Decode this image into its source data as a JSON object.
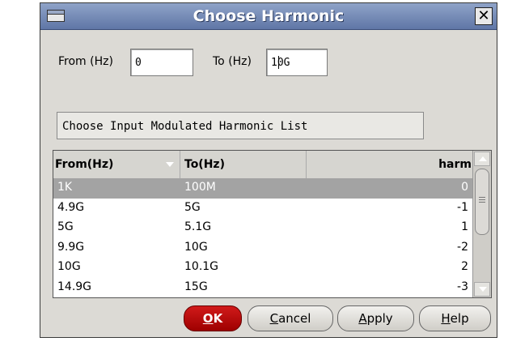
{
  "window": {
    "title": "Choose Harmonic"
  },
  "from_field": {
    "label": "From (Hz)",
    "value": "0"
  },
  "to_field": {
    "label": "To (Hz)",
    "value": "10G"
  },
  "section_label": "Choose Input Modulated Harmonic List",
  "table": {
    "columns": [
      "From(Hz)",
      "To(Hz)",
      "harm"
    ],
    "rows": [
      [
        "1K",
        "100M",
        "0"
      ],
      [
        "4.9G",
        "5G",
        "-1"
      ],
      [
        "5G",
        "5.1G",
        "1"
      ],
      [
        "9.9G",
        "10G",
        "-2"
      ],
      [
        "10G",
        "10.1G",
        "2"
      ],
      [
        "14.9G",
        "15G",
        "-3"
      ]
    ],
    "selected_row": 0
  },
  "buttons": {
    "ok": {
      "label": "OK",
      "mnemonic": "O",
      "rest": "K"
    },
    "cancel": {
      "label": "Cancel",
      "mnemonic": "C",
      "rest": "ancel"
    },
    "apply": {
      "label": "Apply",
      "mnemonic": "A",
      "rest": "pply"
    },
    "help": {
      "label": "Help",
      "mnemonic": "H",
      "rest": "elp"
    }
  },
  "colors": {
    "title_bar": "#6f85b5",
    "ok_button": "#c00000",
    "selected_row": "#a3a3a3"
  }
}
